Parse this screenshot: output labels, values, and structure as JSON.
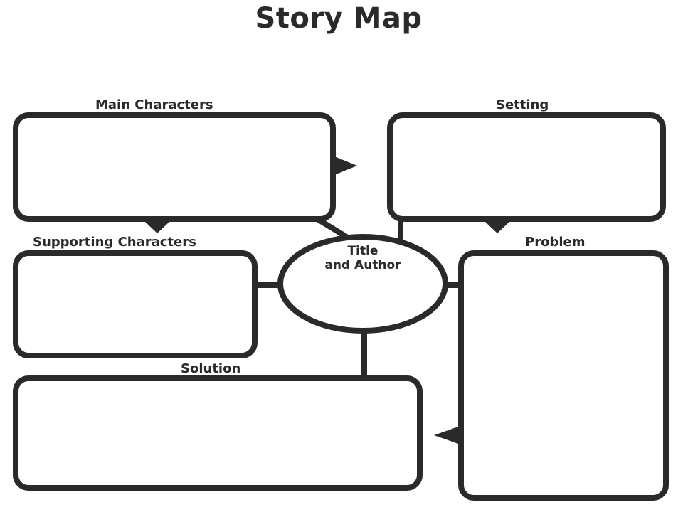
{
  "title": "Story Map",
  "center": {
    "line1": "Title",
    "line2": "and Author"
  },
  "sections": {
    "main_characters": "Main Characters",
    "setting": "Setting",
    "supporting_characters": "Supporting Characters",
    "problem": "Problem",
    "solution": "Solution"
  },
  "colors": {
    "ink": "#2a2a2a",
    "paper": "#ffffff"
  }
}
